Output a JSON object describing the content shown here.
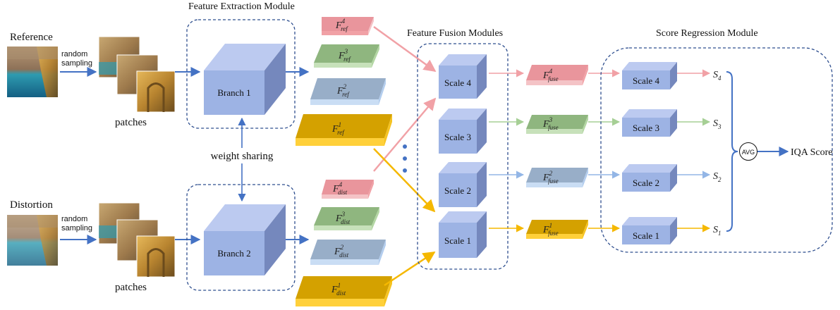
{
  "titles": {
    "feature_extraction": "Feature Extraction Module",
    "feature_fusion": "Feature Fusion Modules",
    "score_regression": "Score Regression Module"
  },
  "inputs": {
    "reference": "Reference",
    "distortion": "Distortion",
    "sampling": [
      "random",
      "sampling"
    ],
    "patches": "patches"
  },
  "branches": {
    "branch1": "Branch 1",
    "branch2": "Branch 2",
    "weight_sharing": "weight sharing"
  },
  "feature_maps": {
    "base": "F",
    "ref": "ref",
    "dist": "dist",
    "fuse": "fuse",
    "levels": [
      "1",
      "2",
      "3",
      "4"
    ]
  },
  "fusion_scales": [
    "Scale 1",
    "Scale 2",
    "Scale 3",
    "Scale 4"
  ],
  "regression_scales": [
    "Scale 1",
    "Scale 2",
    "Scale 3",
    "Scale 4"
  ],
  "scores": {
    "base": "S",
    "levels": [
      "1",
      "2",
      "3",
      "4"
    ]
  },
  "avg": "AVG",
  "output": "IQA Score",
  "colors": {
    "level1": "#f5b800",
    "level2": "#93b6e6",
    "level3": "#a6cf95",
    "level4": "#f1a1a6",
    "main_arrow": "#4472c4",
    "cube_front": "#9db3e4",
    "cube_top": "#bccaf0",
    "cube_side": "#7588bd",
    "dashed_border": "#2f4f8f"
  }
}
